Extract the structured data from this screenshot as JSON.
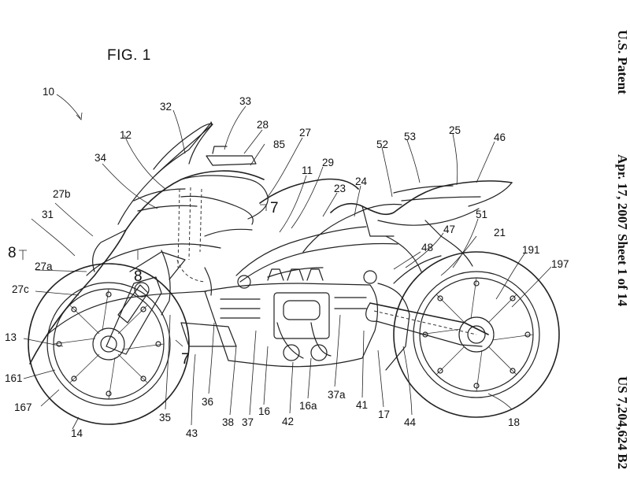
{
  "header": {
    "figure_label": "FIG. 1",
    "patent_label": "U.S. Patent",
    "date": "Apr. 17, 2007",
    "sheet": "Sheet 1 of 14",
    "patent_number": "US 7,204,624 B2"
  },
  "section_markers": [
    "7",
    "7",
    "8",
    "8"
  ],
  "reference_numerals": [
    "10",
    "12",
    "31",
    "27b",
    "27a",
    "27c",
    "13",
    "161",
    "167",
    "14",
    "32",
    "33",
    "28",
    "27",
    "85",
    "34",
    "11",
    "29",
    "23",
    "24",
    "52",
    "53",
    "25",
    "46",
    "51",
    "21",
    "191",
    "197",
    "47",
    "48",
    "35",
    "43",
    "36",
    "38",
    "37",
    "16",
    "42",
    "16a",
    "37a",
    "41",
    "17",
    "44",
    "18"
  ]
}
